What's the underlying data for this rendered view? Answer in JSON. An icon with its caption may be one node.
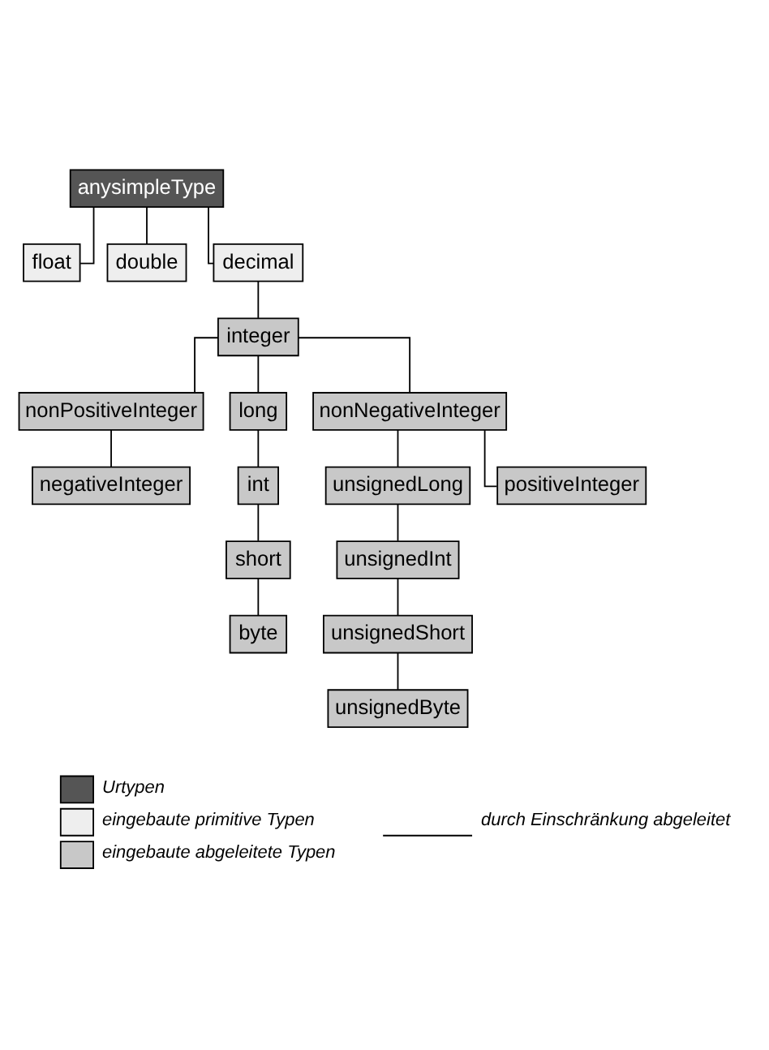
{
  "diagram": {
    "nodes": [
      {
        "text": [
          "anysimpleType"
        ]
      },
      {
        "text": [
          "float"
        ]
      },
      {
        "text": [
          "double"
        ]
      },
      {
        "text": [
          "decimal"
        ]
      },
      {
        "text": [
          "integer"
        ]
      },
      {
        "text": [
          "nonPositiveInteger"
        ]
      },
      {
        "text": [
          "long"
        ]
      },
      {
        "text": [
          "nonNegativeInteger"
        ]
      },
      {
        "text": [
          "negativeInteger"
        ]
      },
      {
        "text": [
          "int"
        ]
      },
      {
        "text": [
          "unsignedLong"
        ]
      },
      {
        "text": [
          "positiveInteger"
        ]
      },
      {
        "text": [
          "short"
        ]
      },
      {
        "text": [
          "unsignedInt"
        ]
      },
      {
        "text": [
          "byte"
        ]
      },
      {
        "text": [
          "unsignedShort"
        ]
      },
      {
        "text": [
          "unsignedByte"
        ]
      }
    ],
    "edges": [
      {
        "from": 0,
        "to": 1,
        "arrow": "none"
      },
      {
        "from": 0,
        "to": 2,
        "arrow": "none"
      },
      {
        "from": 0,
        "to": 3,
        "arrow": "none"
      },
      {
        "from": 3,
        "to": 4,
        "arrow": "none"
      },
      {
        "from": 4,
        "to": 5,
        "arrow": "none"
      },
      {
        "from": 4,
        "to": 6,
        "arrow": "none"
      },
      {
        "from": 4,
        "to": 7,
        "arrow": "none"
      },
      {
        "from": 5,
        "to": 8,
        "arrow": "none"
      },
      {
        "from": 6,
        "to": 9,
        "arrow": "none"
      },
      {
        "from": 7,
        "to": 10,
        "arrow": "none"
      },
      {
        "from": 7,
        "to": 11,
        "arrow": "none"
      },
      {
        "from": 9,
        "to": 12,
        "arrow": "none"
      },
      {
        "from": 12,
        "to": 14,
        "arrow": "none"
      },
      {
        "from": 10,
        "to": 13,
        "arrow": "none"
      },
      {
        "from": 13,
        "to": 15,
        "arrow": "none"
      },
      {
        "from": 15,
        "to": 16,
        "arrow": "none"
      }
    ],
    "legend": [
      {
        "text": "Urtypen",
        "color": "#555555"
      },
      {
        "text": "eingebaute primitive Typen",
        "color": "#eeeeee"
      },
      {
        "text": "eingebaute abgeleitete Typen",
        "color": "#c8c8c8"
      },
      {
        "text": "durch Einschränkung abgeleitet"
      }
    ]
  }
}
